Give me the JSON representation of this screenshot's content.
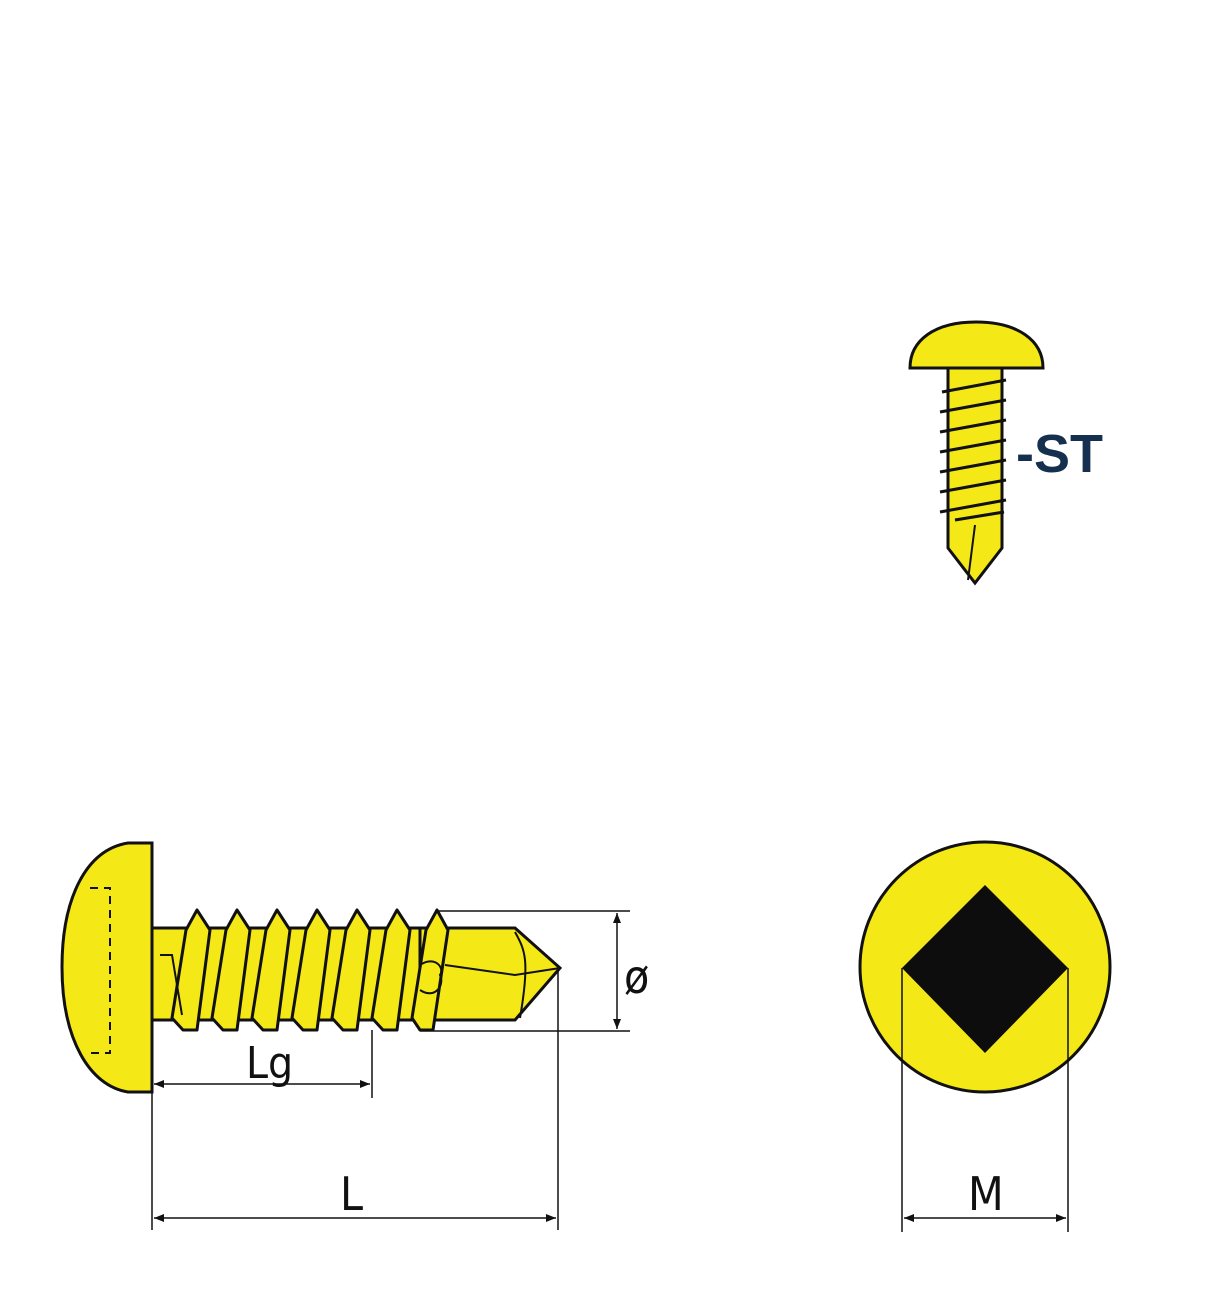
{
  "colors": {
    "screw_fill": "#f5e817",
    "outline": "#111111",
    "suffix_text": "#15304f",
    "recess": "#0d0d0d"
  },
  "small_screw": {
    "suffix_label": "-ST"
  },
  "side_view": {
    "diameter_label": "ø",
    "thread_length_label": "Lg",
    "length_label": "L"
  },
  "head_view": {
    "recess_label": "M",
    "recess_icon": "square-drive-icon"
  }
}
